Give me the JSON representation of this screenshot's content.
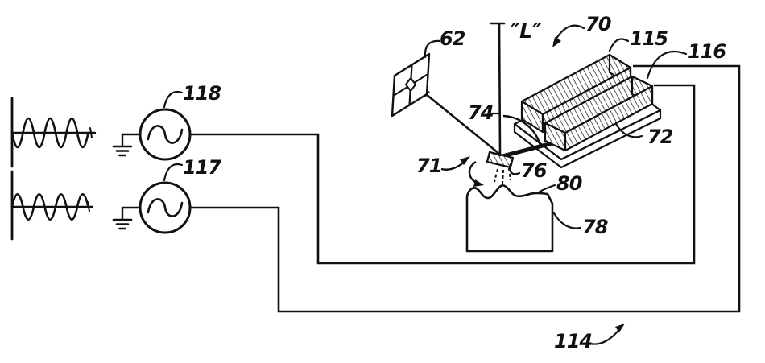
{
  "figure": {
    "title": "patent-style schematic of torsional mirror scanner with drive circuit",
    "background_color": "#ffffff",
    "ink_color": "#111111",
    "ref_labels": {
      "detector_62": "62",
      "assembly_70": "70",
      "rotation_71": "71",
      "base_72": "72",
      "angle_74": "74",
      "mirror_76": "76",
      "sample_78": "78",
      "surface_80": "80",
      "wire_114": "114",
      "electrode_115": "115",
      "electrode_116": "116",
      "generator_117": "117",
      "generator_118": "118",
      "axis_L": "″L″"
    }
  }
}
